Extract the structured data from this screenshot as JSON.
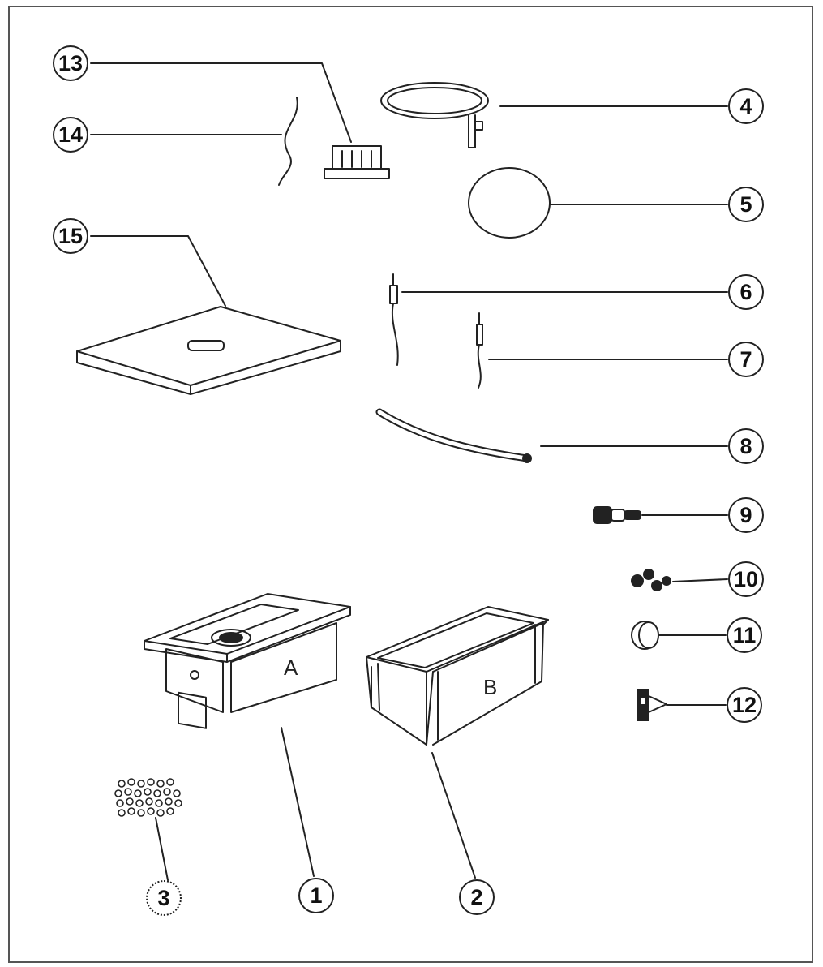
{
  "callouts": [
    {
      "id": "13",
      "label": "13"
    },
    {
      "id": "14",
      "label": "14"
    },
    {
      "id": "15",
      "label": "15"
    },
    {
      "id": "4",
      "label": "4"
    },
    {
      "id": "5",
      "label": "5"
    },
    {
      "id": "6",
      "label": "6"
    },
    {
      "id": "7",
      "label": "7"
    },
    {
      "id": "8",
      "label": "8"
    },
    {
      "id": "9",
      "label": "9"
    },
    {
      "id": "10",
      "label": "10"
    },
    {
      "id": "11",
      "label": "11"
    },
    {
      "id": "12",
      "label": "12"
    },
    {
      "id": "3",
      "label": "3"
    },
    {
      "id": "1",
      "label": "1"
    },
    {
      "id": "2",
      "label": "2"
    }
  ],
  "letters": {
    "a": "A",
    "b": "B"
  },
  "colors": {
    "stroke": "#222222",
    "fill": "#ffffff",
    "shade": "#e6e6e6"
  }
}
